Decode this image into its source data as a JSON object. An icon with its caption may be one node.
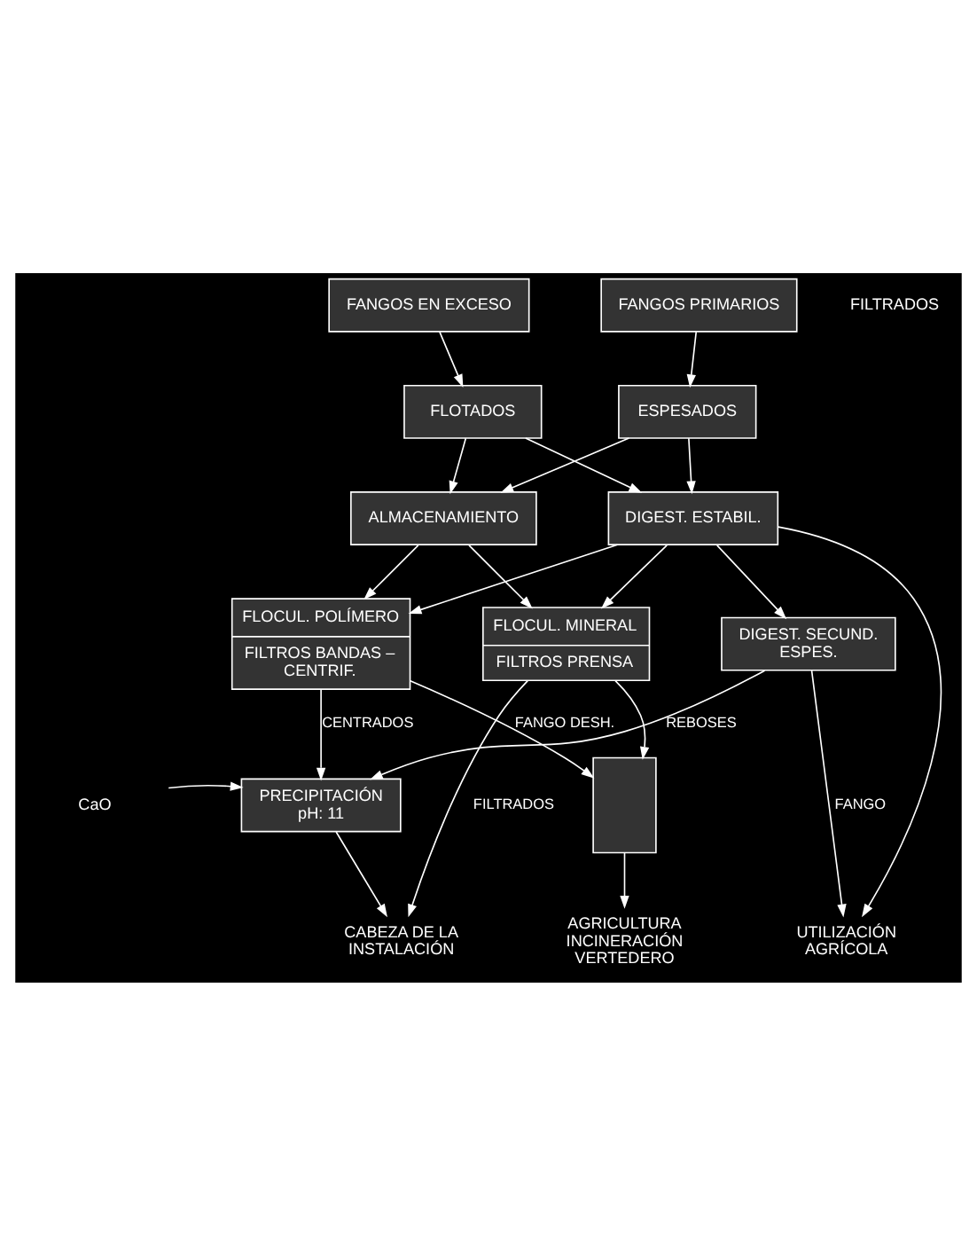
{
  "diagram": {
    "nodes": [
      {
        "text": [
          "FANGOS EN EXCESO"
        ]
      },
      {
        "text": [
          "FANGOS PRIMARIOS"
        ]
      },
      {
        "text": [
          "FLOTADOS"
        ]
      },
      {
        "text": [
          "ESPESADOS"
        ]
      },
      {
        "text": [
          "ALMACENAMIENTO"
        ]
      },
      {
        "text": [
          "DIGEST. ESTABIL."
        ]
      },
      {
        "text": [
          "FLOCUL. POLÍMERO",
          "FILTROS BANDAS – CENTRIF."
        ]
      },
      {
        "text": [
          "FLOCUL. MINERAL",
          "FILTROS PRENSA"
        ]
      },
      {
        "text": [
          "DIGEST. SECUND. ESPES."
        ]
      },
      {
        "text": [
          "PRECIPITACIÓN pH: 11"
        ]
      },
      {
        "text": [],
        "shape": "box"
      },
      {
        "text": [
          "CaO"
        ]
      },
      {
        "text": [
          "AGRICULTURA INCINERACIÓN VERTEDERO"
        ]
      },
      {
        "text": [
          "UTILIZACIÓN AGRÍCOLA"
        ]
      },
      {
        "text": [
          "CABEZA DE LA INSTALACIÓN"
        ]
      }
    ],
    "edges": [
      {
        "from": 0,
        "to": 2,
        "arrow": "to"
      },
      {
        "from": 1,
        "to": 3,
        "arrow": "to"
      },
      {
        "from": 2,
        "to": 4,
        "arrow": "to"
      },
      {
        "from": 2,
        "to": 5,
        "arrow": "to"
      },
      {
        "from": 3,
        "to": 4,
        "arrow": "to"
      },
      {
        "from": 3,
        "to": 5,
        "arrow": "to"
      },
      {
        "from": 4,
        "to": 6,
        "arrow": "to"
      },
      {
        "from": 4,
        "to": 7,
        "arrow": "to"
      },
      {
        "from": 5,
        "to": 6,
        "arrow": "to"
      },
      {
        "from": 5,
        "to": 7,
        "arrow": "to"
      },
      {
        "from": 5,
        "to": 8,
        "arrow": "to"
      },
      {
        "from": 5,
        "to": 13,
        "arrow": "to"
      },
      {
        "from": 6,
        "to": 9,
        "arrow": "to",
        "label": "CENTRADOS"
      },
      {
        "from": 6,
        "to": 10,
        "arrow": "to",
        "label": "FANGO DESH."
      },
      {
        "from": 7,
        "to": 10,
        "arrow": "to"
      },
      {
        "from": 7,
        "to": 14,
        "arrow": "to",
        "label": "FILTRADOS"
      },
      {
        "from": 8,
        "to": 9,
        "arrow": "to",
        "label": "REBOSES"
      },
      {
        "from": 8,
        "to": 13,
        "arrow": "to",
        "label": "FANGO"
      },
      {
        "from": 11,
        "to": 9,
        "arrow": "to"
      },
      {
        "from": 10,
        "to": 12,
        "arrow": "to"
      },
      {
        "from": 9,
        "to": 14,
        "arrow": "to"
      }
    ],
    "labels": [
      "FILTRADOS"
    ]
  }
}
